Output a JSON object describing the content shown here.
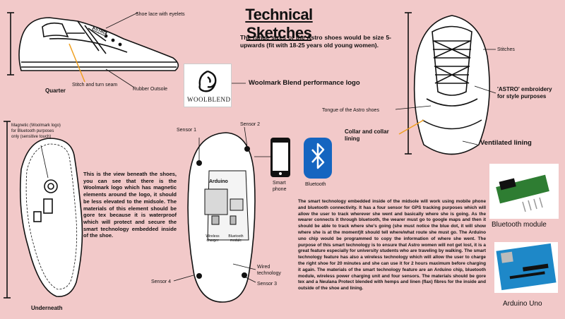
{
  "title": "Technical Sketches",
  "labels": {
    "shoe_lace": "Shoe lace with eyelets",
    "stitch_seam": "Stitch and turn seam",
    "quarter": "Quarter",
    "rubber_outsole": "Rubber Outsole",
    "stitches": "Stitches",
    "astro_embroidery": "'ASTRO' embroidery for style purposes",
    "tongue": "Tongue of the Astro shoes",
    "collar": "Collar and collar lining",
    "ventilated": "Ventilated lining",
    "magnetic": "Magnetic (Woolmark logo) for Bluetooth purposes only (sensitive touch)",
    "underneath": "Underneath",
    "sensor1": "Sensor 1",
    "sensor2": "Sensor 2",
    "sensor3": "Sensor 3",
    "sensor4": "Sensor 4",
    "arduino": "Arduino",
    "wireless_charger": "Wireless charger",
    "bluetooth_module_small": "Bluetooth module",
    "wired_tech": "Wired technology",
    "smart_phone": "Smart phone",
    "bluetooth": "Bluetooth",
    "bluetooth_module": "Bluetooth module",
    "arduino_uno": "Arduino Uno",
    "woolmark_caption": "Woolmark Blend performance logo",
    "woolblend": "WOOLBLEND",
    "shoe_brand": "ASTRO"
  },
  "size_text": "The range sizes of the Astro shoes would be size 5- upwards (fit with 18-25 years old young women).",
  "underneath_text": "This is the view beneath the shoes, you can see that there is the Woolmark logo which has magnetic elements around the logo, it should be less elevated to the midsole. The materials of this element should be gore tex because it is waterproof which will protect and secure the smart technology embedded inside of the shoe.",
  "tech_text": "The smart technology embedded inside of the midsole will work using mobile phone and bluetooth connectivity. It has a four sensor for GPS tracking purposes which will allow the user to track wherever she went and basically where she is going. As the wearer connects it through bluetooth, the wearer must go to google maps and then it should be able to track where she's going (she must notice the blue dot, it will show where she is at the moment)It should tell where/what route she must go. The Arduino uno chip would be programmed to copy the information of where she went. The purpose of this smart technology is to ensure that Astro women will not get lost, it is a great feature especially for university students who are traveling by walking. The smart technology feature has also a wireless technology which will allow the user to charge the right shoe for 20 minutes and she can use it for 2 hours maximum before charging it again. The materials of the smart technology feature are an Arduino chip, bluetooth module, wireless power charging unit and four sensors. The materials should be gore tex and a Neulana Protect blended with hemps and linen (flax) fibres for the inside and outside of the shoe and lining.",
  "colors": {
    "background": "#f2c9c9",
    "bluetooth_blue": "#1565c0",
    "accent_line": "#f0a020"
  }
}
